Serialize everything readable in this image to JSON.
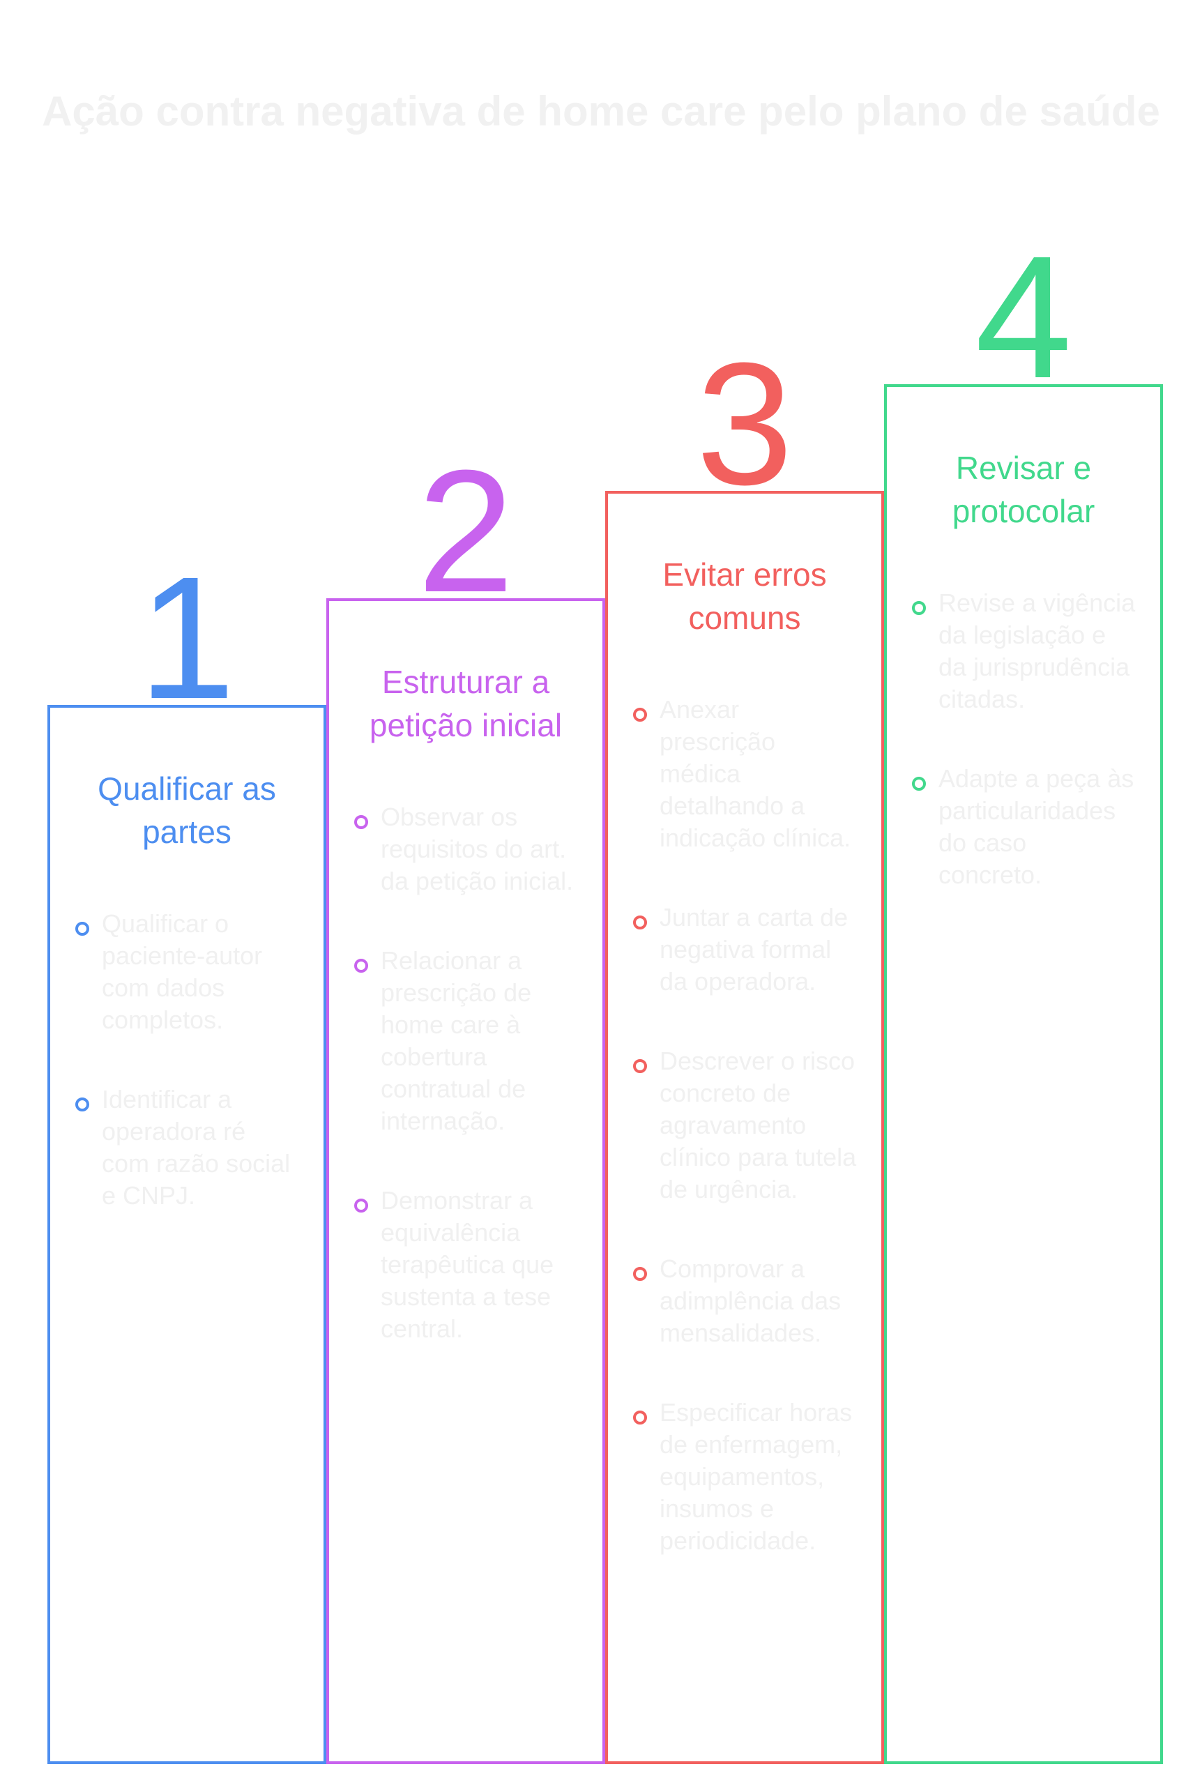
{
  "title": "Ação contra negativa de home care pelo plano de saúde",
  "steps": [
    {
      "number": "1",
      "color": "#4d8ef0",
      "title": "Qualificar as partes",
      "items": [
        "Qualificar o paciente-autor com dados completos.",
        "Identificar a operadora ré com razão social e CNPJ."
      ]
    },
    {
      "number": "2",
      "color": "#c863ee",
      "title": "Estruturar a petição inicial",
      "items": [
        "Observar os requisitos do art. da petição inicial.",
        "Relacionar a prescrição de home care à cobertura contratual de internação.",
        "Demonstrar a equivalência terapêutica que sustenta a tese central."
      ]
    },
    {
      "number": "3",
      "color": "#f2605e",
      "title": "Evitar erros comuns",
      "items": [
        "Anexar prescrição médica detalhando a indicação clínica.",
        "Juntar a carta de negativa formal da operadora.",
        "Descrever o risco concreto de agravamento clínico para tutela de urgência.",
        "Comprovar a adimplência das mensalidades.",
        "Especificar horas de enfermagem, equipamentos, insumos e periodicidade."
      ]
    },
    {
      "number": "4",
      "color": "#41d88c",
      "title": "Revisar e protocolar",
      "items": [
        "Revise a vigência da legislação e da jurisprudência citadas.",
        "Adapte a peça às particularidades do caso concreto."
      ]
    }
  ]
}
